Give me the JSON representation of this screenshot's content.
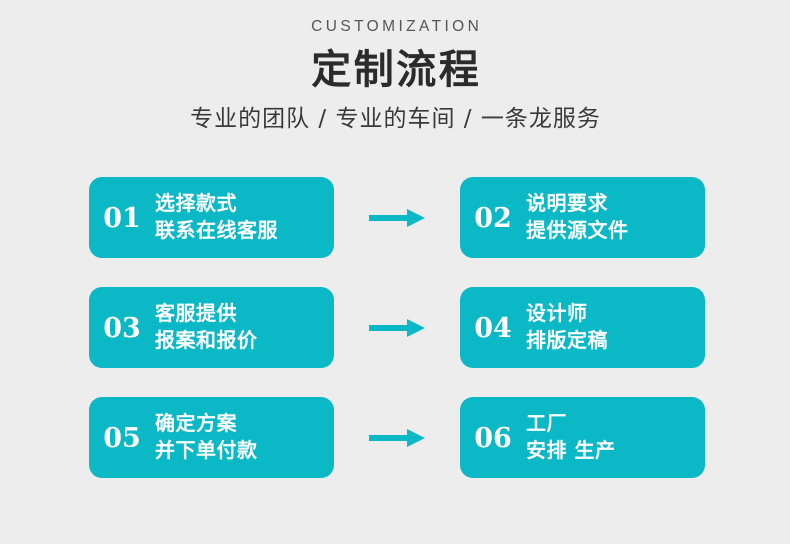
{
  "header": {
    "eyebrow": "CUSTOMIZATION",
    "title": "定制流程",
    "subtitle": "专业的团队 / 专业的车间 / 一条龙服务"
  },
  "colors": {
    "background": "#ededed",
    "card": "#0bb8c6",
    "arrow": "#0bb8c6",
    "card_text": "#ffffff",
    "title_text": "#2b2b2b",
    "eyebrow_text": "#555555",
    "subtitle_text": "#3a3a3a"
  },
  "flow": {
    "rows": [
      {
        "left": {
          "number": "01",
          "line1": "选择款式",
          "line2": "联系在线客服"
        },
        "arrow": "arrow-right-icon",
        "right": {
          "number": "02",
          "line1": "说明要求",
          "line2": "提供源文件"
        }
      },
      {
        "left": {
          "number": "03",
          "line1": "客服提供",
          "line2": "报案和报价"
        },
        "arrow": "arrow-right-icon",
        "right": {
          "number": "04",
          "line1": "设计师",
          "line2": "排版定稿"
        }
      },
      {
        "left": {
          "number": "05",
          "line1": "确定方案",
          "line2": "并下单付款"
        },
        "arrow": "arrow-right-icon",
        "right": {
          "number": "06",
          "line1": "工厂",
          "line2": "安排 生产"
        }
      }
    ]
  }
}
